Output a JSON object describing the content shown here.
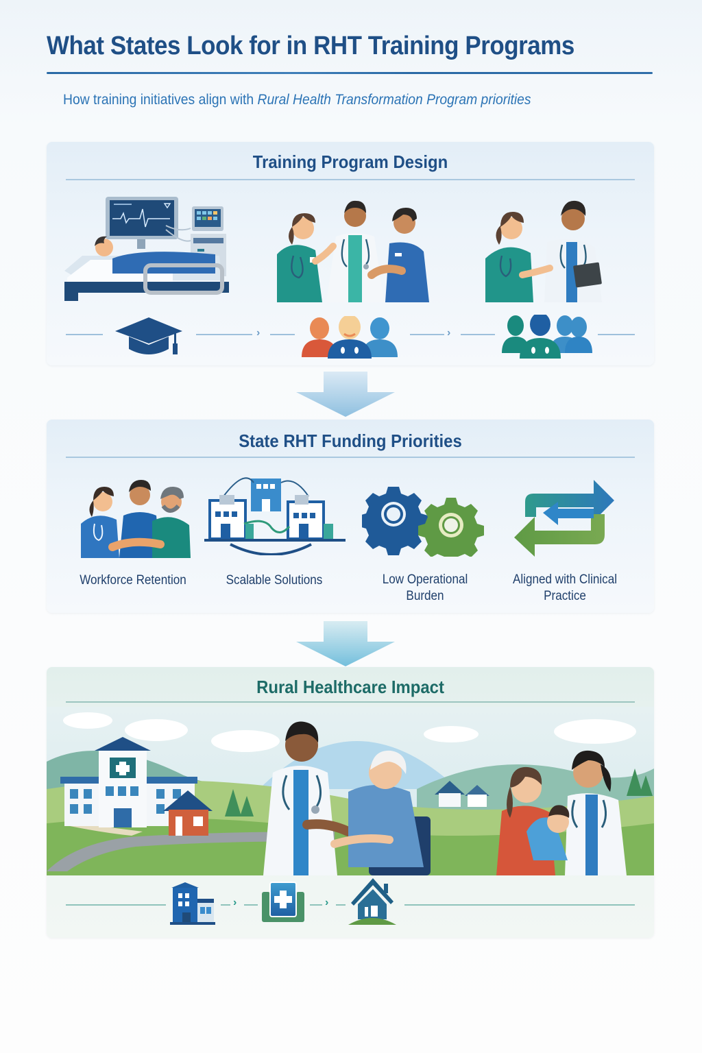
{
  "header": {
    "title": "What States Look for in RHT Training Programs",
    "subtitle_plain": "How training initiatives align with ",
    "subtitle_italic": "Rural Health Transformation Program priorities"
  },
  "sections": {
    "training_design": {
      "title": "Training Program Design",
      "illustrations": [
        "patient-simulation-scene",
        "clinician-team-discussion",
        "nurse-doctor-tablet-review"
      ],
      "flow_icons": [
        "graduation-cap-icon",
        "care-team-icon",
        "expanded-care-team-icon"
      ]
    },
    "funding_priorities": {
      "title": "State RHT Funding Priorities",
      "items": [
        {
          "label": "Workforce Retention",
          "icon": "healthcare-workers-icon"
        },
        {
          "label": "Scalable Solutions",
          "icon": "connected-facilities-icon"
        },
        {
          "label": "Low Operational Burden",
          "icon": "gears-icon"
        },
        {
          "label": "Aligned with Clinical\nPractice",
          "icon": "cycle-arrows-icon"
        }
      ]
    },
    "rural_impact": {
      "title": "Rural Healthcare Impact",
      "scene": "rural-clinic-community-scene",
      "flow_icons": [
        "hospital-icon",
        "medical-cross-icon",
        "home-icon"
      ]
    }
  },
  "colors": {
    "navy": "#1f4f86",
    "accent_blue": "#2b73b5",
    "teal": "#1d8a80",
    "green": "#5f9a45",
    "orange": "#d9583a"
  }
}
